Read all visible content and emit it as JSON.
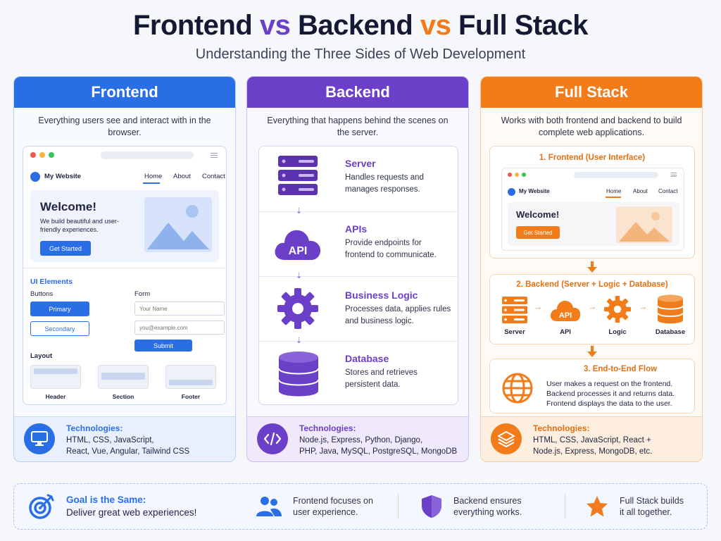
{
  "header": {
    "title_part1": "Frontend",
    "vs1": "vs",
    "title_part2": "Backend",
    "vs2": "vs",
    "title_part3": "Full Stack",
    "subtitle": "Understanding the Three Sides of Web Development"
  },
  "frontend": {
    "heading": "Frontend",
    "description": "Everything users see and interact with in the browser.",
    "mock": {
      "site_name": "My Website",
      "nav": [
        "Home",
        "About",
        "Contact"
      ],
      "hero_title": "Welcome!",
      "hero_text": "We build beautiful and user-friendly experiences.",
      "hero_button": "Get Started",
      "ui_elements_title": "UI Elements",
      "buttons_label": "Buttons",
      "btn_primary": "Primary",
      "btn_secondary": "Secondary",
      "form_label": "Form",
      "name_placeholder": "Your Name",
      "email_placeholder": "you@example.com",
      "submit": "Submit",
      "layout_label": "Layout",
      "layout_items": [
        "Header",
        "Section",
        "Footer"
      ]
    },
    "tech_title": "Technologies:",
    "tech_line1": "HTML, CSS, JavaScript,",
    "tech_line2": "React, Vue, Angular, Tailwind CSS"
  },
  "backend": {
    "heading": "Backend",
    "description": "Everything that happens behind the scenes on the server.",
    "items": [
      {
        "name": "Server",
        "text": "Handles requests and manages responses."
      },
      {
        "name": "APIs",
        "text": "Provide endpoints for frontend to communicate.",
        "icon_label": "API"
      },
      {
        "name": "Business Logic",
        "text": "Processes data, applies rules and business logic."
      },
      {
        "name": "Database",
        "text": "Stores and retrieves persistent data."
      }
    ],
    "tech_title": "Technologies:",
    "tech_line1": "Node.js, Express, Python, Django,",
    "tech_line2": "PHP, Java, MySQL, PostgreSQL, MongoDB"
  },
  "fullstack": {
    "heading": "Full Stack",
    "description": "Works with both frontend and backend to build complete web applications.",
    "step1": "1. Frontend (User Interface)",
    "mock": {
      "site_name": "My Website",
      "nav": [
        "Home",
        "About",
        "Contact"
      ],
      "hero_title": "Welcome!",
      "hero_button": "Get Started"
    },
    "step2": "2. Backend (Server + Logic + Database)",
    "flow_labels": [
      "Server",
      "API",
      "Logic",
      "Database"
    ],
    "api_icon_label": "API",
    "arrow": "→",
    "step3": "3. End-to-End Flow",
    "flow_line1": "User makes a request on the frontend.",
    "flow_line2": "Backend processes it and returns data.",
    "flow_line3": "Frontend displays the data to the user.",
    "tech_title": "Technologies:",
    "tech_line1": "HTML, CSS, JavaScript, React +",
    "tech_line2": "Node.js, Express, MongoDB, etc."
  },
  "banner": {
    "goal_title": "Goal is the Same:",
    "goal_text": "Deliver great web experiences!",
    "fe_line1": "Frontend focuses on",
    "fe_line2": "user experience.",
    "be_line1": "Backend ensures",
    "be_line2": "everything works.",
    "fs_line1": "Full Stack builds",
    "fs_line2": "it all together."
  },
  "colors": {
    "frontend": "#2a6ee6",
    "backend": "#6c3fc9",
    "fullstack": "#f27c1a"
  }
}
